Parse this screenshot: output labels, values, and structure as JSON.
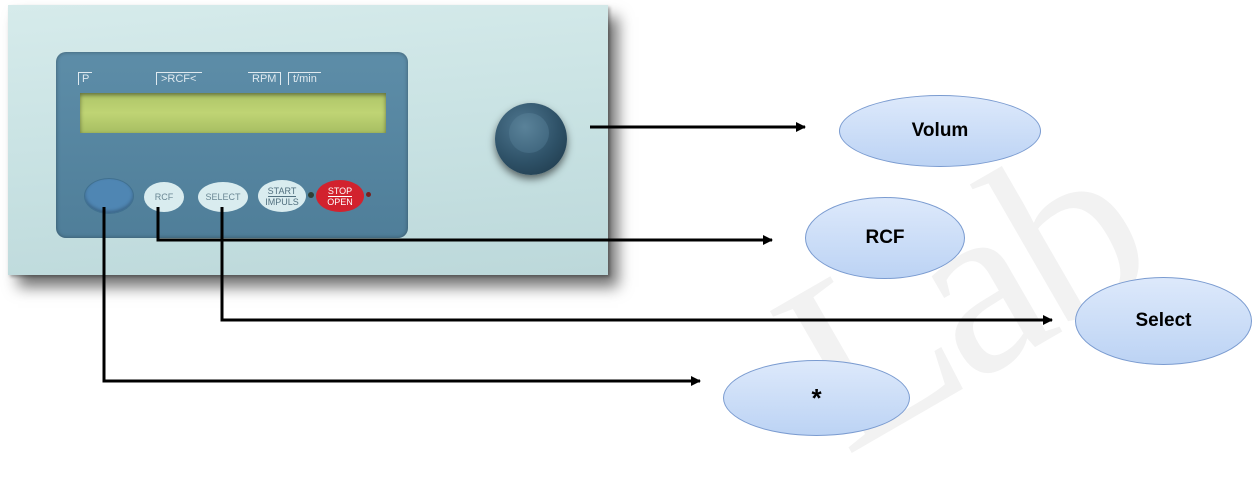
{
  "watermark": {
    "text": "Lab"
  },
  "panel": {
    "labels": {
      "p": "P",
      "rcf": ">RCF<",
      "rpm": "RPM",
      "tmin": "t/min"
    },
    "buttons": {
      "rcf": "RCF",
      "select": "SELECT",
      "start_top": "START",
      "start_bottom": "IMPULS",
      "stop_top": "STOP",
      "stop_bottom": "OPEN"
    }
  },
  "callouts": {
    "volum": "Volum",
    "rcf": "RCF",
    "select": "Select",
    "star": "*"
  },
  "colors": {
    "panel_body": "#c7e1e2",
    "face": "#5d8da8",
    "lcd": "#b8cd6e",
    "stop_button": "#d2222e",
    "callout_fill": "#c9dcf7",
    "callout_border": "#7a9bd0",
    "arrow": "#000000"
  }
}
